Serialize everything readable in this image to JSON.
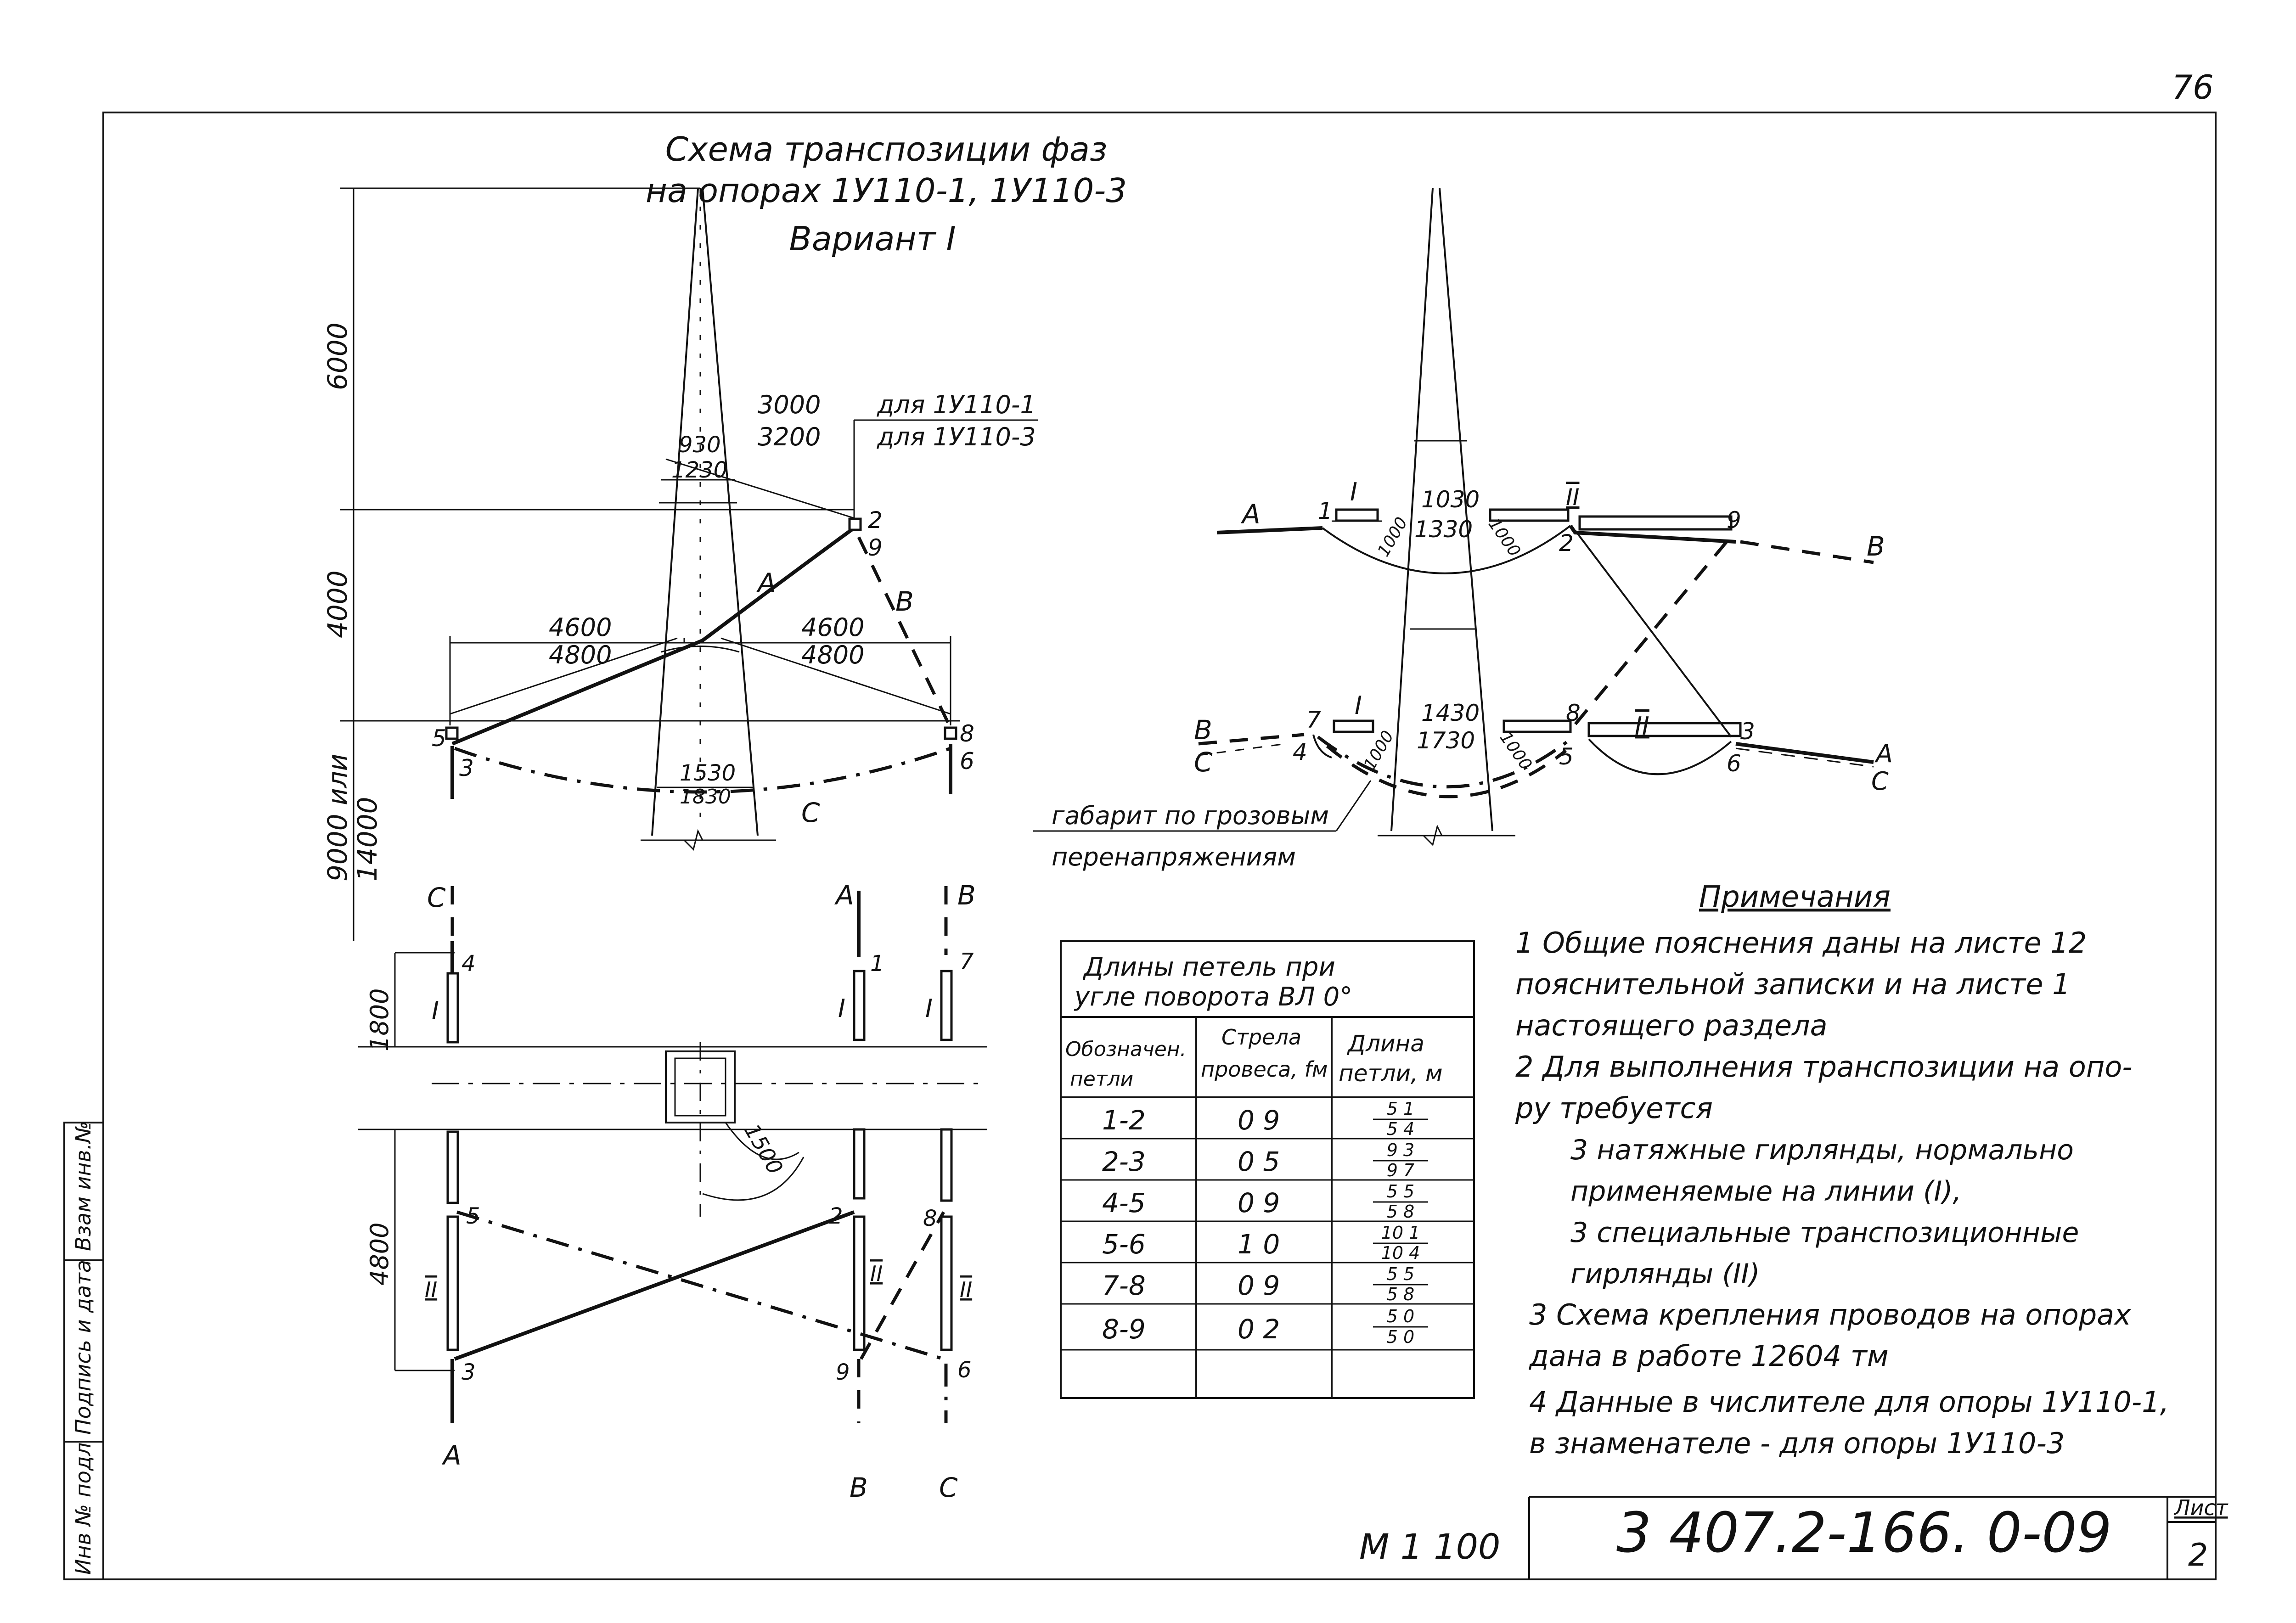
{
  "page_number": "76",
  "title": {
    "line1": "Схема транспозиции фаз",
    "line2": "на опорах 1У110-1, 1У110-3",
    "line3": "Вариант I"
  },
  "left_elevation": {
    "dim_6000": "6000",
    "dim_4000": "4000",
    "dim_9000": "9000 или",
    "dim_14000": "14000",
    "arm_top": {
      "num": "3000",
      "den": "3200",
      "note1": "для 1У110-1",
      "note2": "для 1У110-3"
    },
    "width_top": {
      "num": "930",
      "den": "1230"
    },
    "arm_left": {
      "num": "4600",
      "den": "4800"
    },
    "arm_right": {
      "num": "4600",
      "den": "4800"
    },
    "width_bottom": {
      "num": "1530",
      "den": "1830"
    },
    "phases": {
      "a": "A",
      "b": "В",
      "c": "С"
    },
    "points": {
      "p2": "2",
      "p9": "9",
      "p5": "5",
      "p3": "3",
      "p8": "8",
      "p6": "6"
    }
  },
  "right_elevation": {
    "width_top": {
      "num": "1030",
      "den": "1330"
    },
    "width_bottom": {
      "num": "1430",
      "den": "1730"
    },
    "loop_labels": [
      "1000",
      "1000",
      "1000",
      "1000"
    ],
    "insulator_labels": {
      "i_top": "I",
      "ii_top": "II",
      "i_bottom": "I",
      "ii_bottom": "II"
    },
    "phases": {
      "a_left": "А",
      "b_right": "В",
      "b_left": "В",
      "c_left": "С",
      "a_right": "А",
      "c_right": "С"
    },
    "points": {
      "p1": "1",
      "p2": "2",
      "p9": "9",
      "p7": "7",
      "p4": "4",
      "p8": "8",
      "p5": "5",
      "p3": "3",
      "p6": "6"
    },
    "clearance_label_1": "габарит по грозовым",
    "clearance_label_2": "перенапряжениям"
  },
  "plan_view": {
    "dim_1800": "1800",
    "dim_4800": "4800",
    "dim_1500": "1500",
    "top_phases": {
      "c": "С",
      "a": "А",
      "b": "В"
    },
    "bottom_phases": {
      "a": "А",
      "b": "В",
      "c": "С"
    },
    "insulator_labels": {
      "i1": "I",
      "i2": "I",
      "i3": "I",
      "ii1": "II",
      "ii2": "II",
      "ii3": "II"
    },
    "points": {
      "p4": "4",
      "p1": "1",
      "p7": "7",
      "p5": "5",
      "p2": "2",
      "p8": "8",
      "p3": "3",
      "p9": "9",
      "p6": "6"
    }
  },
  "loop_table": {
    "caption_1": "Длины петель при",
    "caption_2": "угле поворота ВЛ 0°",
    "headers": {
      "col1": [
        "Обозначен.",
        "петли"
      ],
      "col2": [
        "Стрела",
        "провеса, fм"
      ],
      "col3": [
        "Длина",
        "петли, м"
      ]
    },
    "rows": [
      {
        "loop": "1-2",
        "sag": "0 9",
        "length_num": "5 1",
        "length_den": "5 4"
      },
      {
        "loop": "2-3",
        "sag": "0 5",
        "length_num": "9 3",
        "length_den": "9 7"
      },
      {
        "loop": "4-5",
        "sag": "0 9",
        "length_num": "5 5",
        "length_den": "5 8"
      },
      {
        "loop": "5-6",
        "sag": "1 0",
        "length_num": "10 1",
        "length_den": "10 4"
      },
      {
        "loop": "7-8",
        "sag": "0 9",
        "length_num": "5 5",
        "length_den": "5 8"
      },
      {
        "loop": "8-9",
        "sag": "0 2",
        "length_num": "5 0",
        "length_den": "5 0"
      }
    ]
  },
  "notes": {
    "heading": "Примечания",
    "lines": [
      "1 Общие пояснения даны на листе 12",
      "пояснительной записки и на листе 1",
      "настоящего раздела",
      "2 Для выполнения транспозиции на опо-",
      "ру требуется",
      "3 натяжные гирлянды, нормально",
      "применяемые на линии (I),",
      "3 специальные транспозиционные",
      "гирлянды (II)",
      "3 Схема крепления проводов на опорах",
      "дана в работе 12604 тм",
      "4 Данные в числителе для опоры 1У110-1,",
      "в знаменателе - для опоры 1У110-3"
    ]
  },
  "title_block": {
    "scale": "М 1 100",
    "doc_number": "3 407.2-166. 0-09",
    "sheet_label": "Лист",
    "sheet_value": "2"
  },
  "side_stamp": {
    "field1": "Взам инв.№",
    "field2": "Подпись и дата",
    "field3": "Инв № подл"
  }
}
